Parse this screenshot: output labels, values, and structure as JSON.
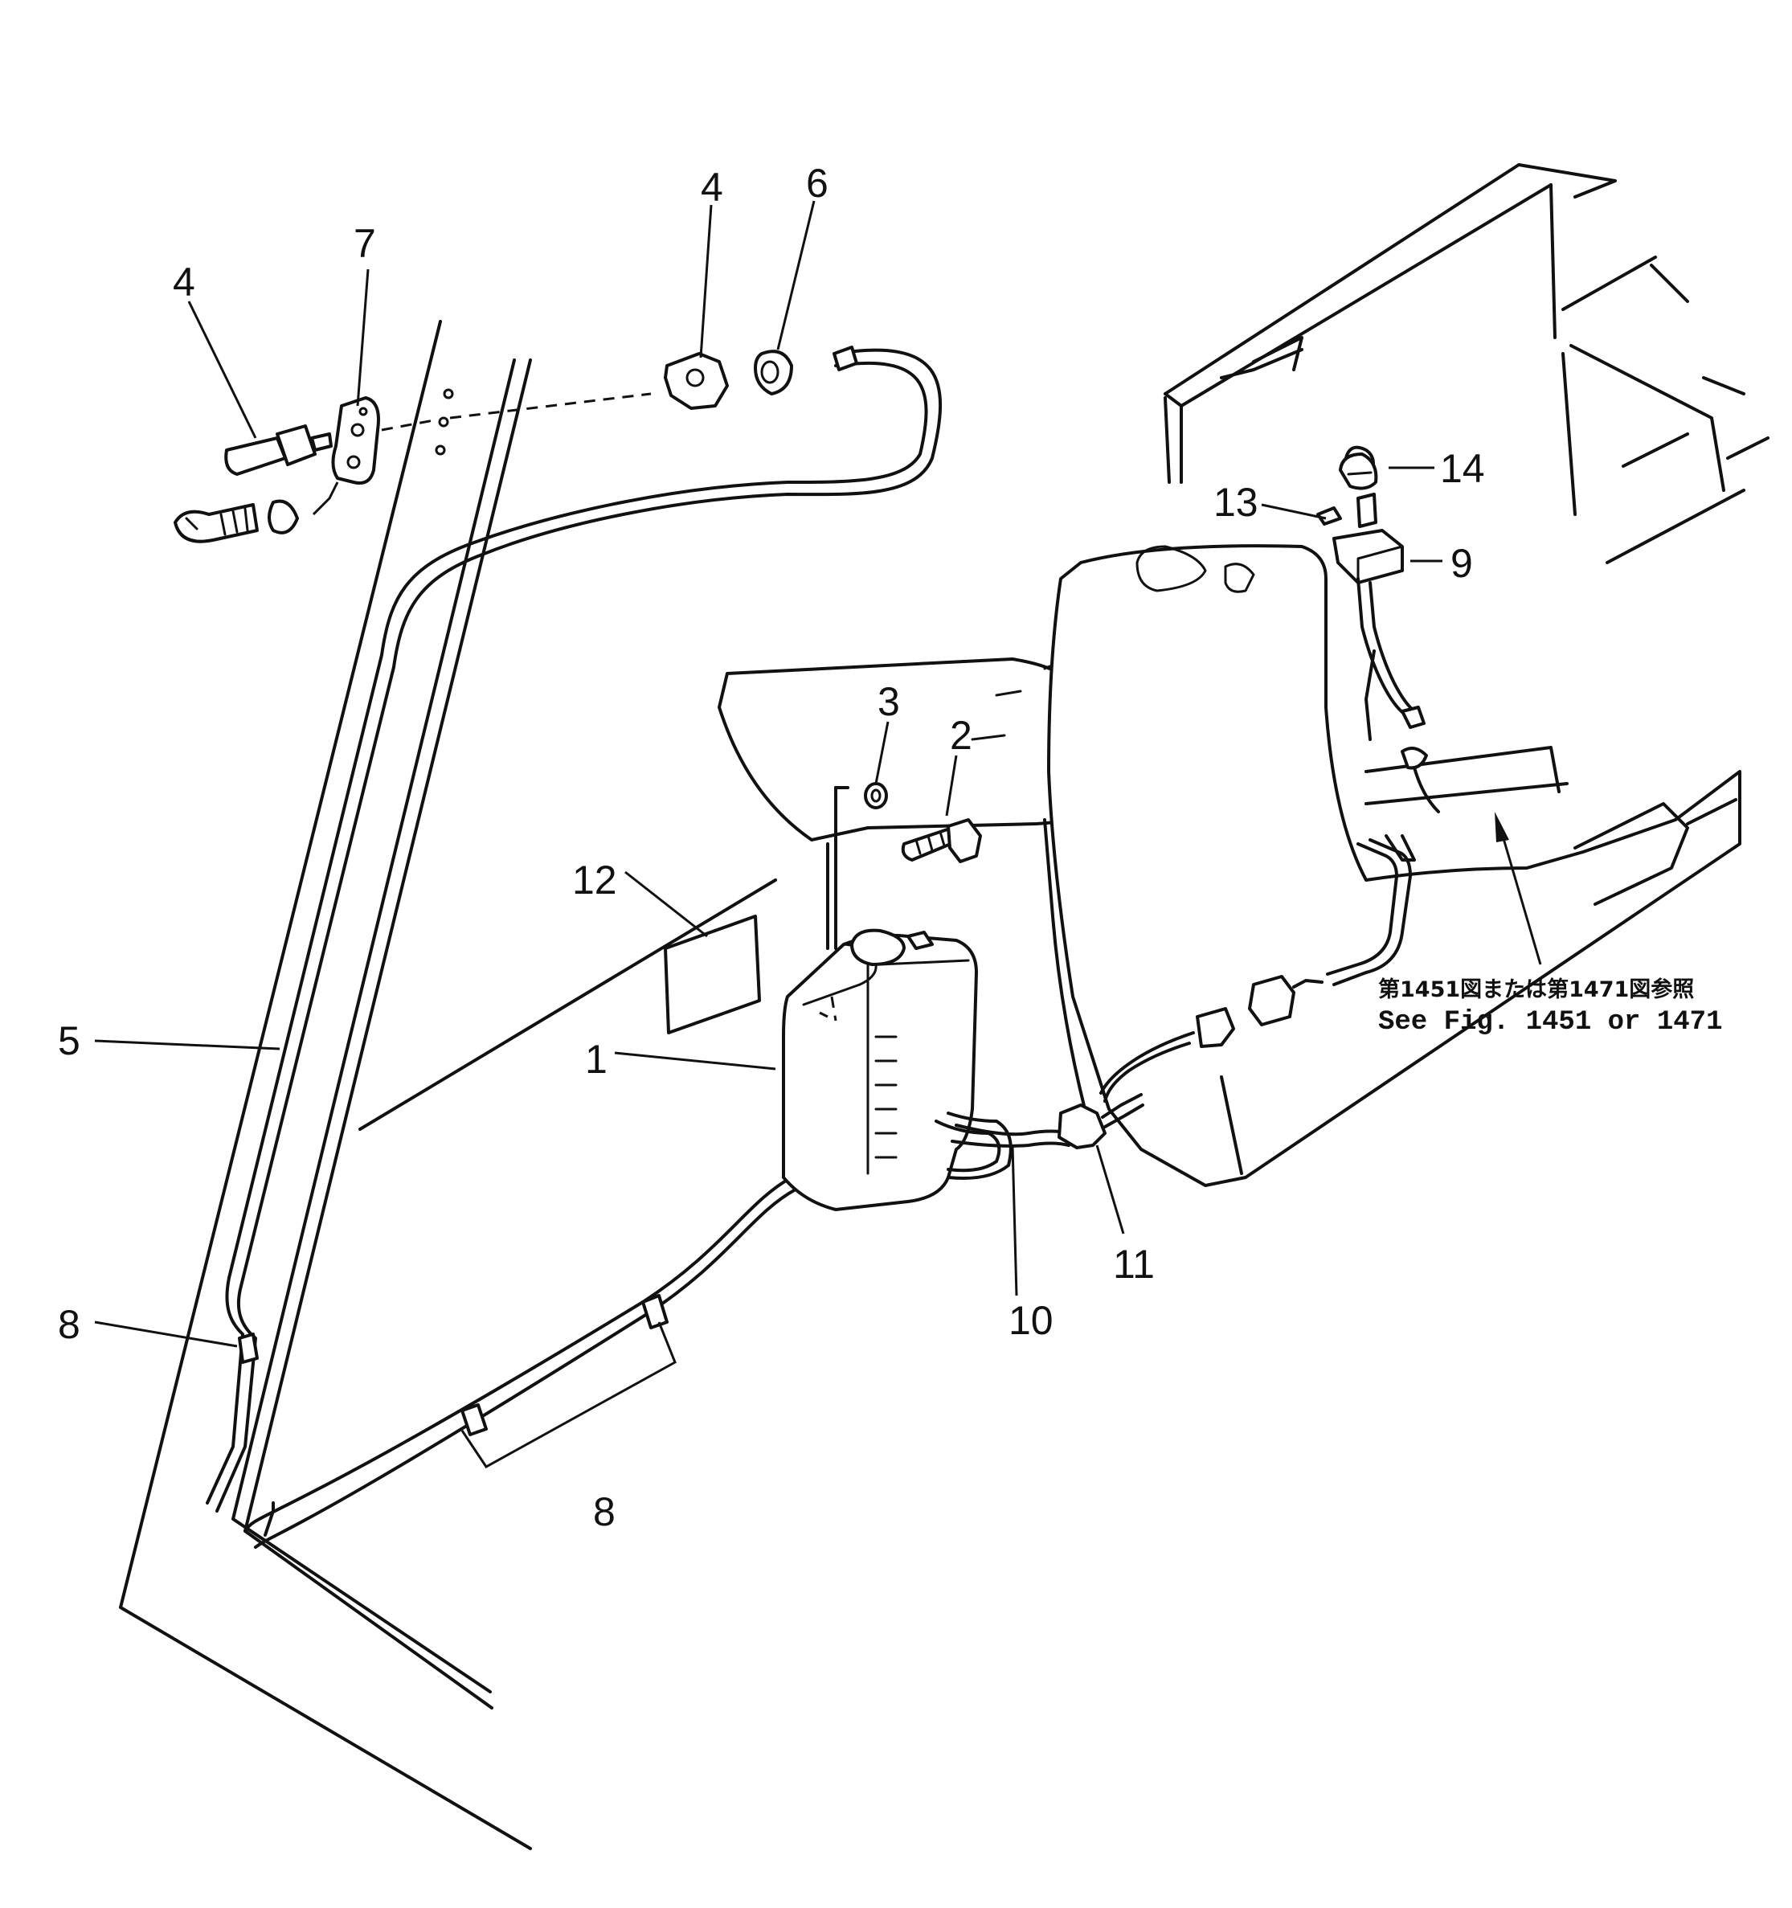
{
  "callouts": {
    "c1": "1",
    "c2": "2",
    "c3": "3",
    "c4a": "4",
    "c4b": "4",
    "c5": "5",
    "c6": "6",
    "c7": "7",
    "c8a": "8",
    "c8b": "8",
    "c9": "9",
    "c10": "10",
    "c11": "11",
    "c12": "12",
    "c13": "13",
    "c14": "14"
  },
  "reference": {
    "japanese": "第1451図または第1471図参照",
    "english": "See Fig. 1451 or 1471"
  }
}
